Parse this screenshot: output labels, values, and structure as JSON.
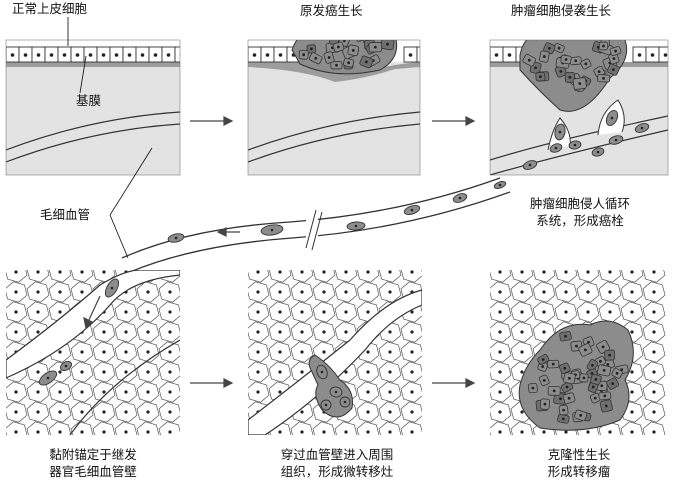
{
  "labels": {
    "normal_epithelium": "正常上皮细胞",
    "basement_membrane": "基膜",
    "primary_tumor": "原发癌生长",
    "invasive_growth": "肿瘤细胞侵袭生长",
    "capillary": "毛细血管",
    "circulation_line1": "肿瘤细胞侵人循环",
    "circulation_line2": "系统，形成癌栓",
    "adhesion_line1": "黏附锚定于继发",
    "adhesion_line2": "器官毛细血管壁",
    "extravasation_line1": "穿过血管壁进入周围",
    "extravasation_line2": "组织，形成微转移灶",
    "clonal_line1": "克隆性生长",
    "clonal_line2": "形成转移瘤"
  },
  "colors": {
    "tissue": "#e0e0e0",
    "basement": "#9a9a9a",
    "tumor": "#8c8c8c",
    "tumor_dark": "#6f6f6f",
    "outline": "#333333"
  }
}
